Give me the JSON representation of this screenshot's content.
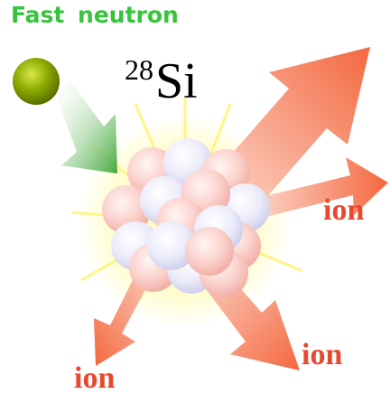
{
  "title": "Fast  neutron",
  "nucleus": {
    "mass_number": "28",
    "symbol": "Si"
  },
  "ions": [
    "ion",
    "ion",
    "ion"
  ],
  "colors": {
    "title": "#37c43a",
    "neutron": "#8aa800",
    "ion_arrow": "#f4683f",
    "ion_label": "#e8482d",
    "proton": "#f9c6c1",
    "neutron_ball": "#e9e9f8",
    "glow": "#fffa9c"
  }
}
